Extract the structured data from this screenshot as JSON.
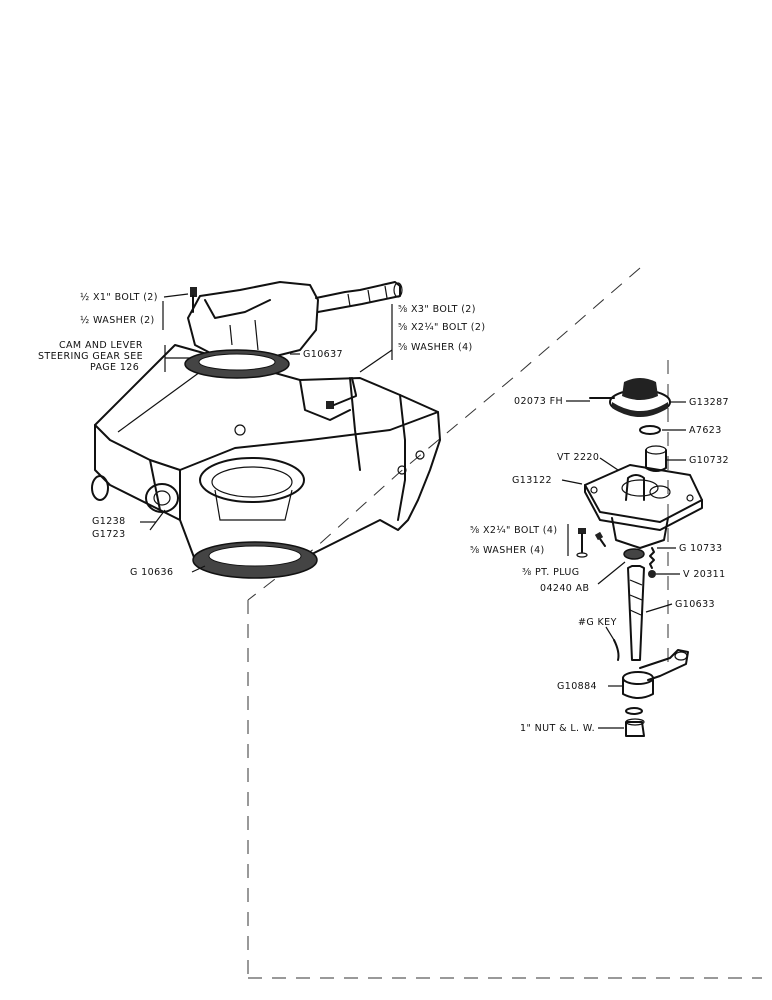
{
  "labels": {
    "bolt_half_x1": "½ X1\" BOLT (2)",
    "washer_half": "½ WASHER (2)",
    "cam_lever_1": "CAM AND LEVER",
    "cam_lever_2": "STEERING GEAR SEE",
    "cam_lever_3": "PAGE 126",
    "bolt_5_8_x3": "⅝ X3\" BOLT (2)",
    "bolt_5_8_x2_1_4_upper": "⅝ X2¼\" BOLT (2)",
    "washer_5_8_upper": "⅝ WASHER (4)",
    "g10637": "G10637",
    "g1238": "G1238",
    "g1723": "G1723",
    "g10636": "G 10636",
    "o2073fh": "02073 FH",
    "g13287": "G13287",
    "a7623": "A7623",
    "vt2220": "VT 2220",
    "g10732": "G10732",
    "g13122": "G13122",
    "bolt_5_8_x2_1_4_lower": "⅝ X2¼\" BOLT (4)",
    "washer_5_8_lower": "⅝ WASHER (4)",
    "g10733": "G 10733",
    "pt_plug": "⅜ PT. PLUG",
    "o4240ab": "04240 AB",
    "v20311": "V 20311",
    "g10633": "G10633",
    "g_key": "#G KEY",
    "g10884": "G10884",
    "nut_lw": "1\" NUT & L. W."
  }
}
